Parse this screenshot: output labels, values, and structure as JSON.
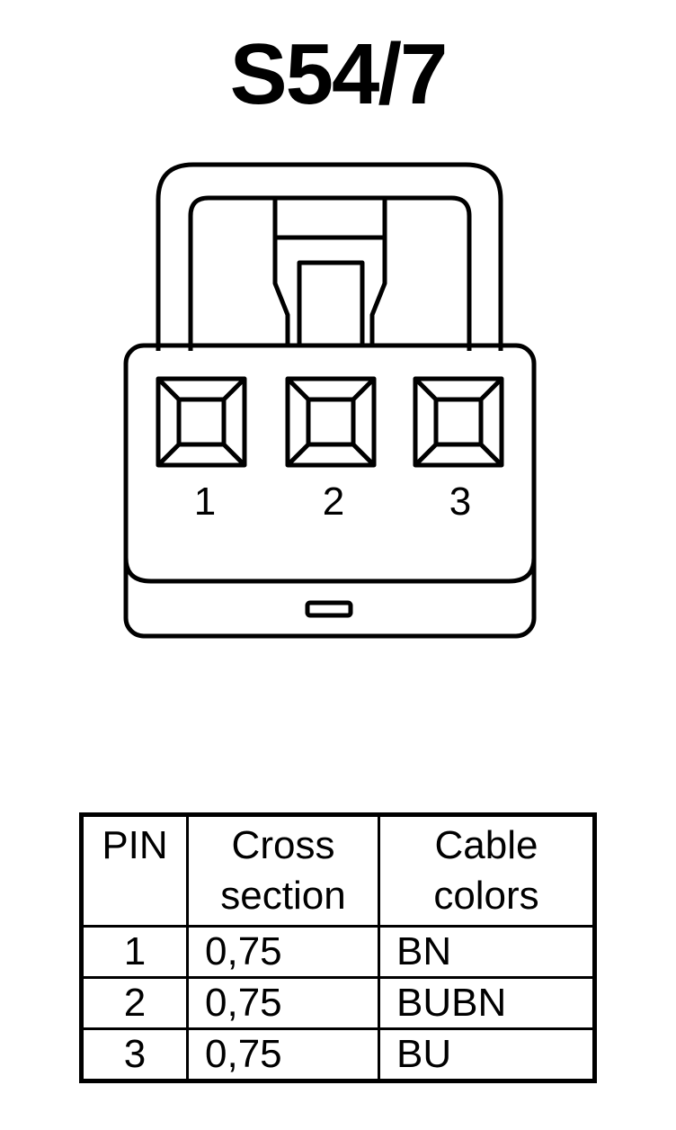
{
  "title": "S54/7",
  "connector": {
    "pin_labels": [
      "1",
      "2",
      "3"
    ]
  },
  "table": {
    "headers": {
      "pin": "PIN",
      "cross_section_line1": "Cross",
      "cross_section_line2": "section",
      "cable_colors_line1": "Cable",
      "cable_colors_line2": "colors"
    },
    "rows": [
      {
        "pin": "1",
        "cross_section": "0,75",
        "color": "BN"
      },
      {
        "pin": "2",
        "cross_section": "0,75",
        "color": "BUBN"
      },
      {
        "pin": "3",
        "cross_section": "0,75",
        "color": "BU"
      }
    ]
  }
}
